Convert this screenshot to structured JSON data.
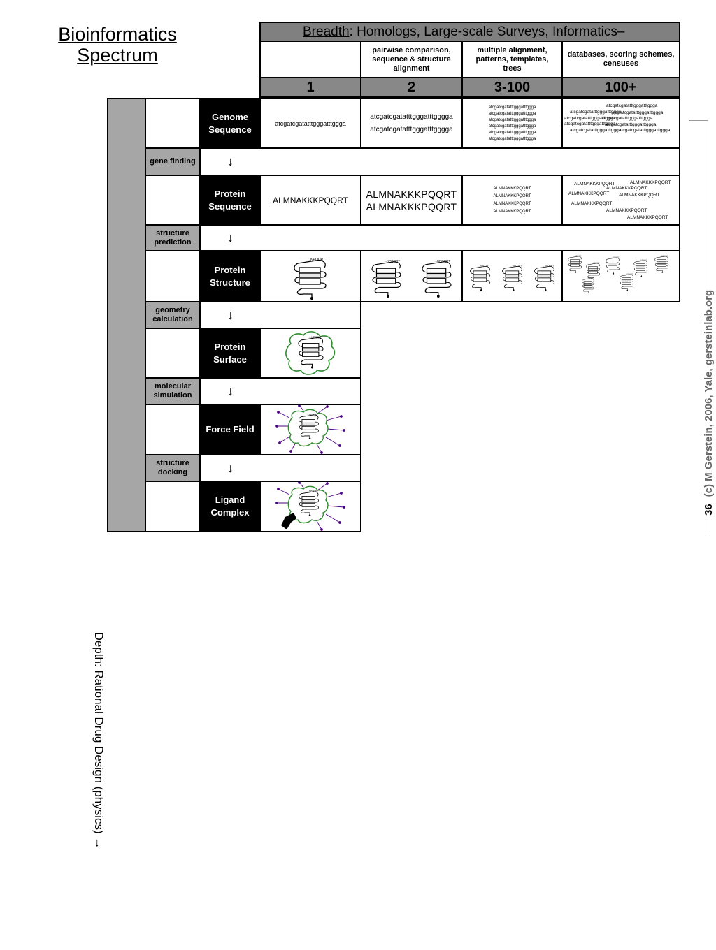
{
  "title": {
    "line1": "Bioinformatics",
    "line2": "Spectrum"
  },
  "breadth": {
    "label": "Breadth",
    "rest": ": Homologs, Large-scale Surveys, Informatics–"
  },
  "column_headers": [
    {
      "text": "",
      "count": "1"
    },
    {
      "text": "pairwise comparison, sequence & structure alignment",
      "count": "2"
    },
    {
      "text": "multiple alignment, patterns, templates, trees",
      "count": "3-100"
    },
    {
      "text": "databases, scoring schemes, censuses",
      "count": "100+"
    }
  ],
  "depth": {
    "label": "Depth",
    "rest": ": Rational Drug Design (physics) →"
  },
  "arrow_glyph": "↓",
  "stages": [
    {
      "name": "Genome Sequence"
    },
    {
      "name": "Protein Sequence"
    },
    {
      "name": "Protein Structure"
    },
    {
      "name": "Protein Surface"
    },
    {
      "name": "Force Field"
    },
    {
      "name": "Ligand Complex"
    }
  ],
  "steps": [
    "gene finding",
    "structure prediction",
    "geometry calculation",
    "molecular simulation",
    "structure docking"
  ],
  "dna": "atcgatcgatatttgggatttggga",
  "dna_tail": "atcgatcgatatttgggatttgggga",
  "protein": "ALMNAKKKPQQRT",
  "protein_alt": "ALMNAKKKPQQRT",
  "protein_cloud": [
    "ALMNAKKKPQQRT",
    "ALMNAKKKPQQRT",
    "ALMNAKKKPQQRT",
    "ALMNAKKKPQQRT",
    "ALMNAKKKPQQRT",
    "ALMNAKKKPQQRT",
    "ALMNAKKKPQQRT",
    "ALMNAKKKPQQRT"
  ],
  "structure_label": "...KPQQRT",
  "credit": "(c) M Gerstein, 2006, Yale, gersteinlab.org",
  "page_number": "36"
}
